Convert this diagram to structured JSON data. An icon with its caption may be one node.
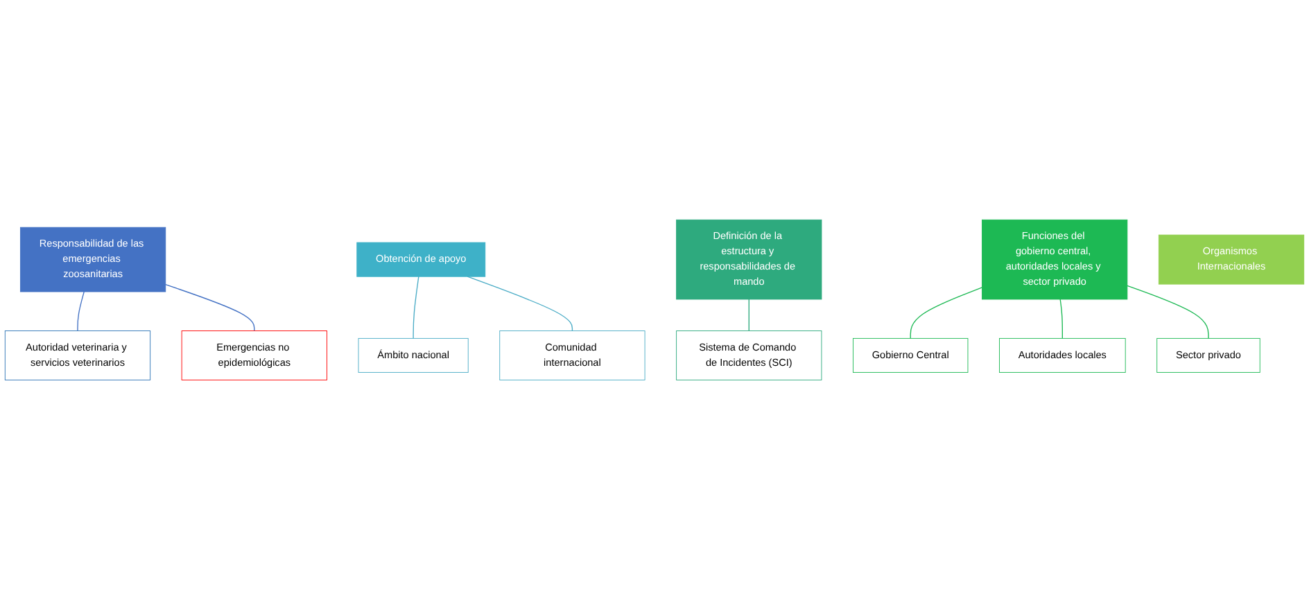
{
  "diagram": {
    "nodes": [
      {
        "text": [
          "Responsabilidad de las emergencias zoosanitarias"
        ]
      },
      {
        "text": [
          "Autoridad veterinaria y servicios veterinarios"
        ]
      },
      {
        "text": [
          "Emergencias no epidemiológicas"
        ]
      },
      {
        "text": [
          "Obtención de apoyo"
        ]
      },
      {
        "text": [
          "Ámbito nacional"
        ]
      },
      {
        "text": [
          "Comunidad internacional"
        ]
      },
      {
        "text": [
          "Definición de la estructura y responsabilidades de mando"
        ]
      },
      {
        "text": [
          "Sistema de Comando de Incidentes (SCI)"
        ]
      },
      {
        "text": [
          "Funciones del gobierno central, autoridades locales y sector privado"
        ]
      },
      {
        "text": [
          "Gobierno Central"
        ]
      },
      {
        "text": [
          "Autoridades locales"
        ]
      },
      {
        "text": [
          "Sector privado"
        ]
      },
      {
        "text": [
          "Organismos Internacionales"
        ]
      }
    ],
    "edges": [
      {
        "from": 0,
        "to": 1,
        "arrow": "none",
        "color": "#4472c4"
      },
      {
        "from": 0,
        "to": 2,
        "arrow": "none",
        "color": "#4472c4"
      },
      {
        "from": 3,
        "to": 4,
        "arrow": "none",
        "color": "#4bacc6"
      },
      {
        "from": 3,
        "to": 5,
        "arrow": "none",
        "color": "#4bacc6"
      },
      {
        "from": 6,
        "to": 7,
        "arrow": "none",
        "color": "#2eaa7e"
      },
      {
        "from": 8,
        "to": 9,
        "arrow": "none",
        "color": "#1db954"
      },
      {
        "from": 8,
        "to": 10,
        "arrow": "none",
        "color": "#1db954"
      },
      {
        "from": 8,
        "to": 11,
        "arrow": "none",
        "color": "#1db954"
      }
    ]
  }
}
